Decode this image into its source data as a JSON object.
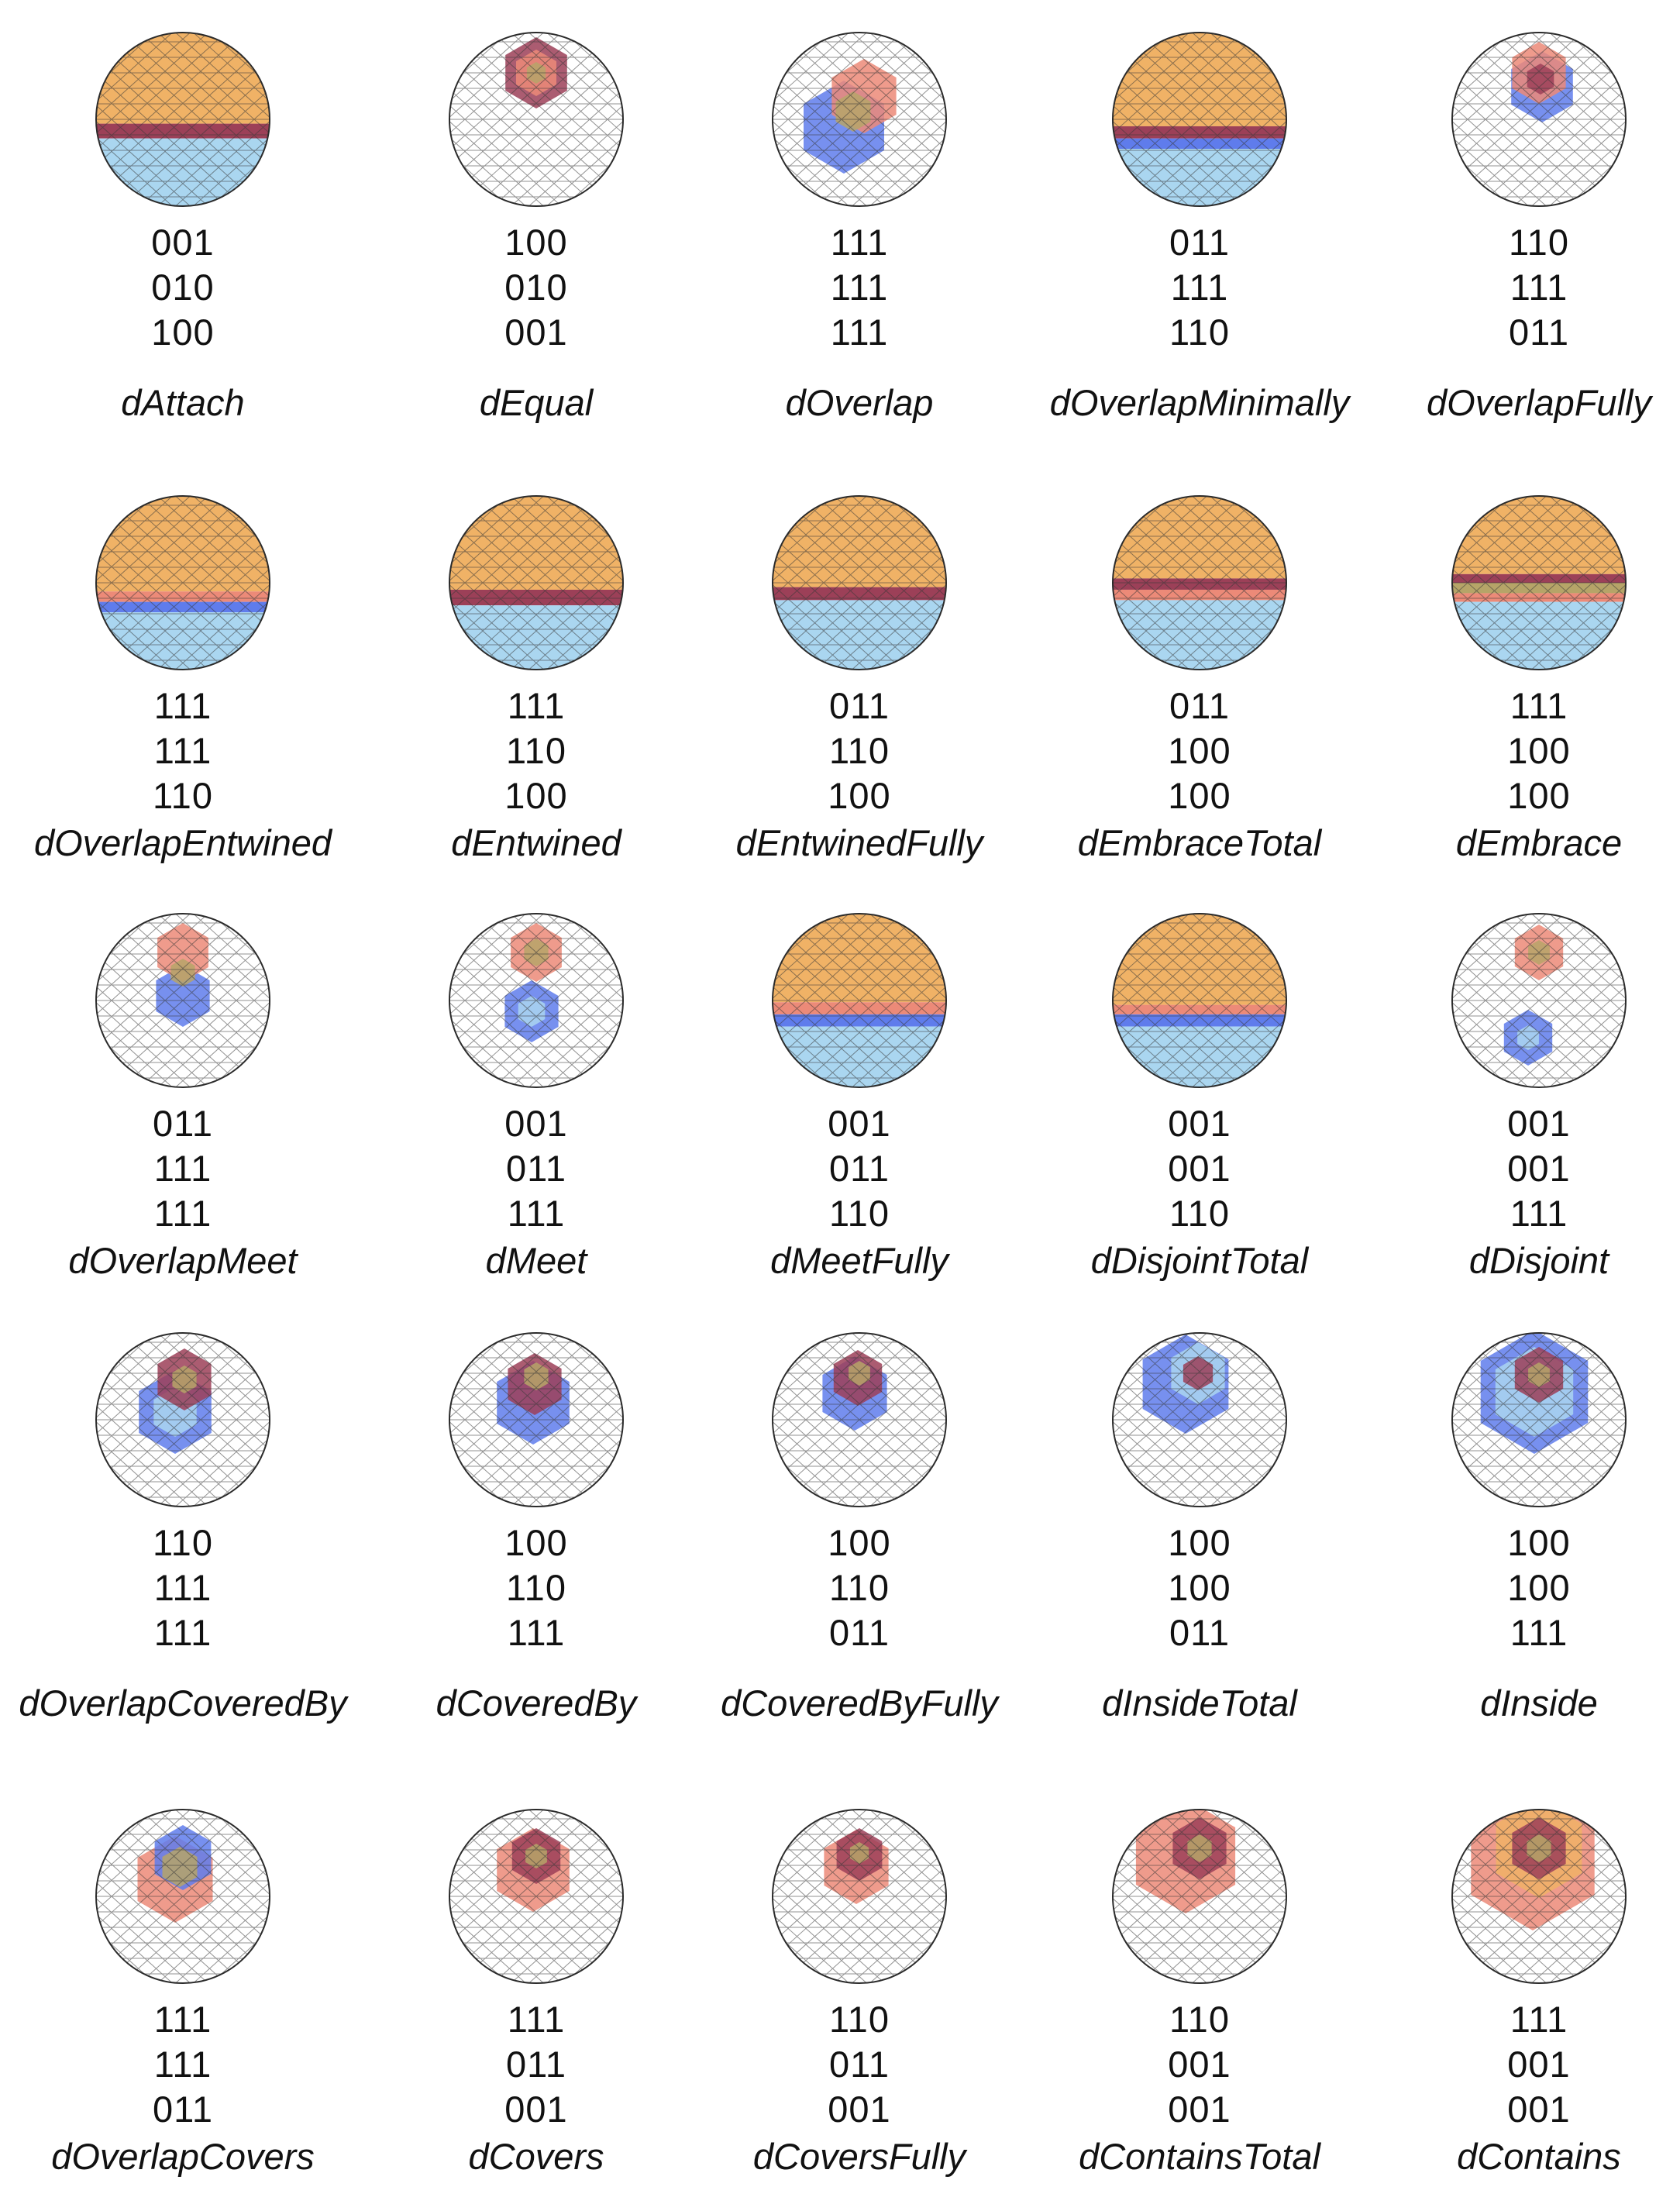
{
  "colors": {
    "outline": "#2b2b2b",
    "mesh": "#3a3a3a",
    "white": "#ffffff",
    "orange": "#f0b266",
    "light_blue": "#aad6f0",
    "salmon": "#ec8a78",
    "blue": "#5f7cec",
    "maroon": "#9c4058",
    "olive": "#b6a468"
  },
  "cells": [
    {
      "name": "dAttach",
      "matrix": [
        "001",
        "010",
        "100"
      ],
      "icon": "sphere-split-caps-icon"
    },
    {
      "name": "dEqual",
      "matrix": [
        "100",
        "010",
        "001"
      ],
      "icon": "sphere-equal-patches-icon"
    },
    {
      "name": "dOverlap",
      "matrix": [
        "111",
        "111",
        "111"
      ],
      "icon": "sphere-overlapping-patches-icon"
    },
    {
      "name": "dOverlapMinimally",
      "matrix": [
        "011",
        "111",
        "110"
      ],
      "icon": "sphere-split-caps-icon"
    },
    {
      "name": "dOverlapFully",
      "matrix": [
        "110",
        "111",
        "011"
      ],
      "icon": "sphere-overlapping-patches-icon"
    },
    {
      "name": "dOverlapEntwined",
      "matrix": [
        "111",
        "111",
        "110"
      ],
      "icon": "sphere-split-caps-icon"
    },
    {
      "name": "dEntwined",
      "matrix": [
        "111",
        "110",
        "100"
      ],
      "icon": "sphere-split-caps-icon"
    },
    {
      "name": "dEntwinedFully",
      "matrix": [
        "011",
        "110",
        "100"
      ],
      "icon": "sphere-split-caps-icon"
    },
    {
      "name": "dEmbraceTotal",
      "matrix": [
        "011",
        "100",
        "100"
      ],
      "icon": "sphere-banded-caps-icon"
    },
    {
      "name": "dEmbrace",
      "matrix": [
        "111",
        "100",
        "100"
      ],
      "icon": "sphere-banded-caps-icon"
    },
    {
      "name": "dOverlapMeet",
      "matrix": [
        "011",
        "111",
        "111"
      ],
      "icon": "sphere-meeting-patches-icon"
    },
    {
      "name": "dMeet",
      "matrix": [
        "001",
        "011",
        "111"
      ],
      "icon": "sphere-meeting-patches-icon"
    },
    {
      "name": "dMeetFully",
      "matrix": [
        "001",
        "011",
        "110"
      ],
      "icon": "sphere-split-caps-icon"
    },
    {
      "name": "dDisjointTotal",
      "matrix": [
        "001",
        "001",
        "110"
      ],
      "icon": "sphere-split-caps-icon"
    },
    {
      "name": "dDisjoint",
      "matrix": [
        "001",
        "001",
        "111"
      ],
      "icon": "sphere-disjoint-patches-icon"
    },
    {
      "name": "dOverlapCoveredBy",
      "matrix": [
        "110",
        "111",
        "111"
      ],
      "icon": "sphere-overlapping-patches-icon"
    },
    {
      "name": "dCoveredBy",
      "matrix": [
        "100",
        "110",
        "111"
      ],
      "icon": "sphere-overlapping-patches-icon"
    },
    {
      "name": "dCoveredByFully",
      "matrix": [
        "100",
        "110",
        "011"
      ],
      "icon": "sphere-overlapping-patches-icon"
    },
    {
      "name": "dInsideTotal",
      "matrix": [
        "100",
        "100",
        "011"
      ],
      "icon": "sphere-nested-patches-icon"
    },
    {
      "name": "dInside",
      "matrix": [
        "100",
        "100",
        "111"
      ],
      "icon": "sphere-nested-patches-icon"
    },
    {
      "name": "dOverlapCovers",
      "matrix": [
        "111",
        "111",
        "011"
      ],
      "icon": "sphere-overlapping-patches-icon"
    },
    {
      "name": "dCovers",
      "matrix": [
        "111",
        "011",
        "001"
      ],
      "icon": "sphere-overlapping-patches-icon"
    },
    {
      "name": "dCoversFully",
      "matrix": [
        "110",
        "011",
        "001"
      ],
      "icon": "sphere-overlapping-patches-icon"
    },
    {
      "name": "dContainsTotal",
      "matrix": [
        "110",
        "001",
        "001"
      ],
      "icon": "sphere-nested-patches-icon"
    },
    {
      "name": "dContains",
      "matrix": [
        "111",
        "001",
        "001"
      ],
      "icon": "sphere-nested-patches-icon"
    }
  ]
}
